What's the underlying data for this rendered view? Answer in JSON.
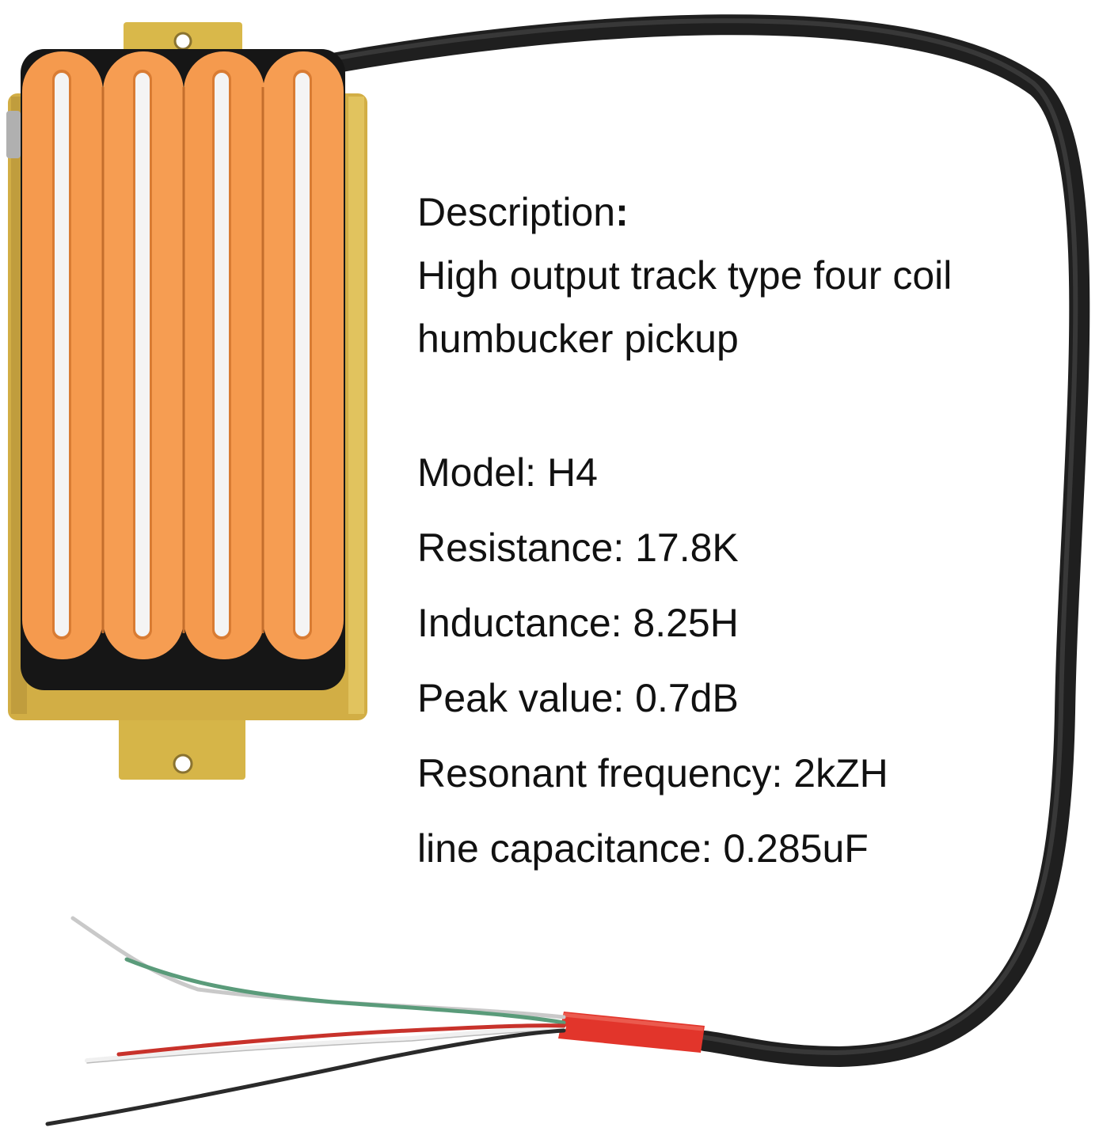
{
  "description": {
    "heading": "Description",
    "heading_colon": ":",
    "line1": "High output track type four coil",
    "line2": "humbucker pickup"
  },
  "specs": [
    "Model: H4",
    "Resistance: 17.8K",
    "Inductance: 8.25H",
    "Peak value: 0.7dB",
    "Resonant frequency: 2kZH",
    "line capacitance: 0.285uF"
  ],
  "colors": {
    "bobbin_orange": "#f59a4e",
    "baseplate_gold": "#d9b84a",
    "blade_silver": "#f2f2f2",
    "cable_black": "#222222",
    "heatshrink_red": "#e2352b"
  }
}
